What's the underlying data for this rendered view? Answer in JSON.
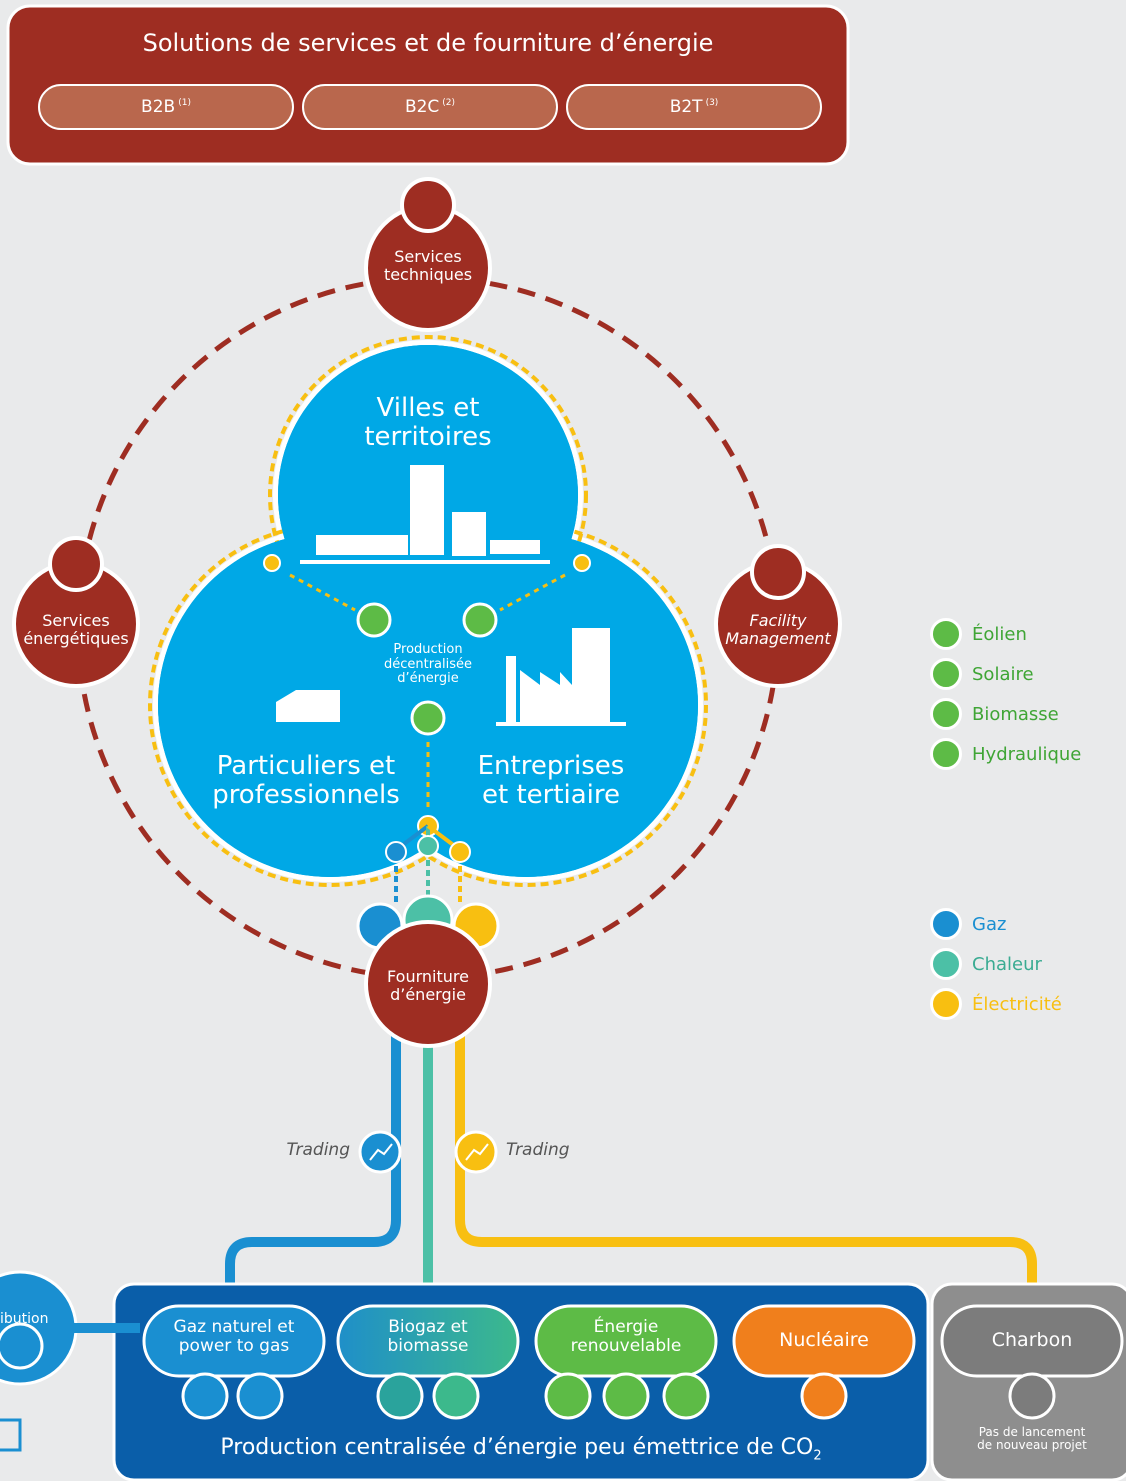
{
  "header": {
    "title": "Solutions de services et de fourniture d’énergie",
    "pills": [
      {
        "label": "B2B",
        "note": "(1)"
      },
      {
        "label": "B2C",
        "note": "(2)"
      },
      {
        "label": "B2T",
        "note": "(3)"
      }
    ]
  },
  "services": {
    "techniques": "Services\ntechniques",
    "energetiques": "Services\nénergétiques",
    "facility": "Facility\nManagement",
    "fourniture": "Fourniture\nd’énergie"
  },
  "circles": {
    "villes": "Villes et\nterritoires",
    "particuliers": "Particuliers et\nprofessionnels",
    "entreprises": "Entreprises\net tertiaire",
    "production_decentralisee": "Production\ndécentralisée\nd’énergie"
  },
  "trading": {
    "left": "Trading",
    "right": "Trading"
  },
  "legend_renewables": [
    {
      "label": "Éolien",
      "icon": "wind-turbine-icon",
      "color": "#5dbb46"
    },
    {
      "label": "Solaire",
      "icon": "solar-icon",
      "color": "#5dbb46"
    },
    {
      "label": "Biomasse",
      "icon": "biomass-icon",
      "color": "#5dbb46"
    },
    {
      "label": "Hydraulique",
      "icon": "hydraulic-icon",
      "color": "#5dbb46"
    }
  ],
  "legend_energy": [
    {
      "label": "Gaz",
      "icon": "gas-flame-icon",
      "color": "#1a8fd1"
    },
    {
      "label": "Chaleur",
      "icon": "radiator-icon",
      "color": "#4cc0a6"
    },
    {
      "label": "Électricité",
      "icon": "socket-icon",
      "color": "#f8bf11"
    }
  ],
  "production": {
    "title": "Production centralisée d’énergie peu émettrice de CO",
    "title_sub": "2",
    "gaz": "Gaz naturel et\npower to gas",
    "biogaz": "Biogaz et\nbiomasse",
    "renouvelable": "Énergie\nrenouvelable",
    "nucleaire": "Nucléaire",
    "charbon": "Charbon",
    "charbon_note": "Pas de lancement\nde nouveau projet",
    "distribution": "ibution"
  },
  "colors": {
    "brand_red": "#9e2d22",
    "pill": "#b9674d",
    "cyan": "#00a8e6",
    "dark_blue": "#0a5ea9",
    "gas": "#1a8fd1",
    "heat": "#4cc0a6",
    "electricity": "#f8bf11",
    "green": "#5dbb46",
    "orange": "#f07f1c",
    "grey": "#8e8e8e"
  }
}
